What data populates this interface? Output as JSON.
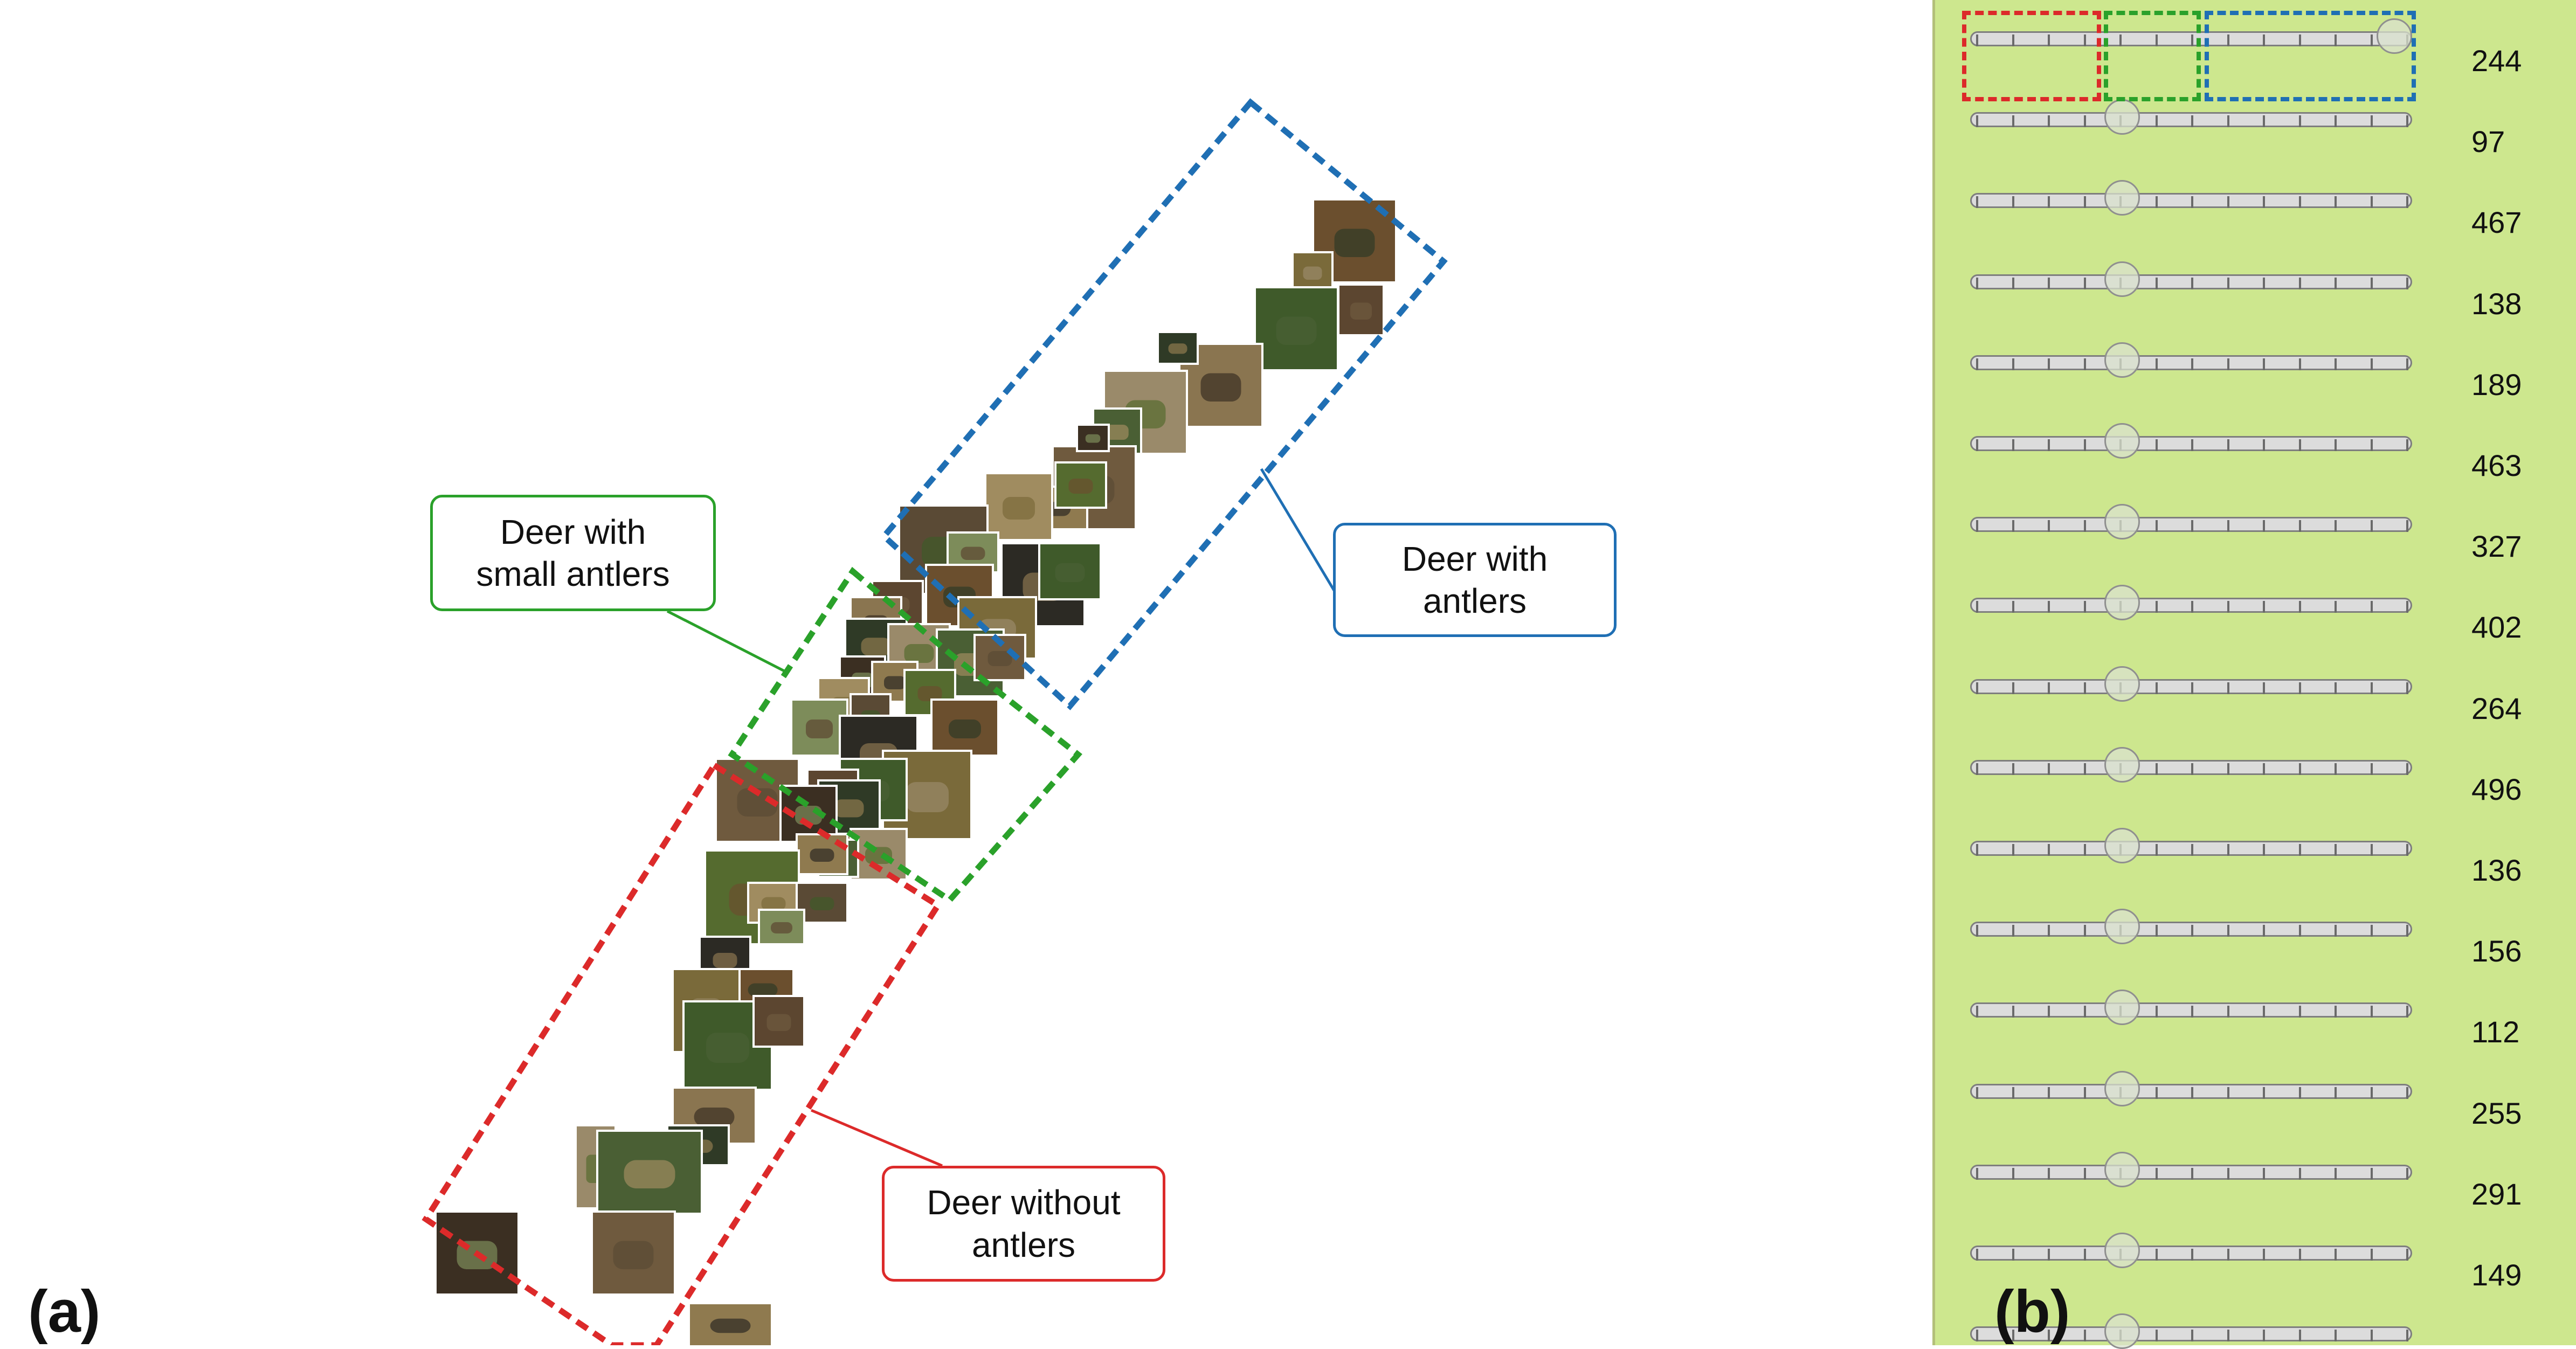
{
  "callouts": {
    "small_antlers": "Deer with small antlers",
    "antlers": "Deer with antlers",
    "no_antlers": "Deer without antlers"
  },
  "panel_labels": {
    "a": "(a)",
    "b": "(b)"
  },
  "colors": {
    "antlers": "#1f6fb4",
    "small_antlers": "#2aa12a",
    "no_antlers": "#dc2a2a",
    "slider_panel_bg": "#cde78e"
  },
  "sliders": [
    {
      "value": "244",
      "level": 1.0
    },
    {
      "value": "97",
      "level": 0.33
    },
    {
      "value": "467",
      "level": 0.33
    },
    {
      "value": "138",
      "level": 0.33
    },
    {
      "value": "189",
      "level": 0.33
    },
    {
      "value": "463",
      "level": 0.33
    },
    {
      "value": "327",
      "level": 0.33
    },
    {
      "value": "402",
      "level": 0.33
    },
    {
      "value": "264",
      "level": 0.33
    },
    {
      "value": "496",
      "level": 0.33
    },
    {
      "value": "136",
      "level": 0.33
    },
    {
      "value": "156",
      "level": 0.33
    },
    {
      "value": "112",
      "level": 0.33
    },
    {
      "value": "255",
      "level": 0.33
    },
    {
      "value": "291",
      "level": 0.33
    },
    {
      "value": "149",
      "level": 0.33
    },
    {
      "value": "",
      "level": 0.33
    }
  ]
}
